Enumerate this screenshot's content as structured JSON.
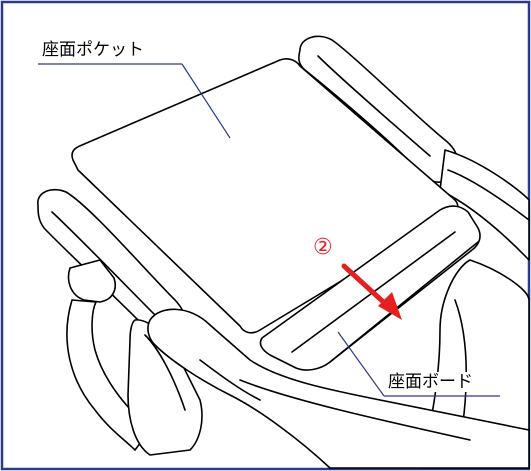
{
  "labels": {
    "seat_pocket": "座面ポケット",
    "seat_board": "座面ボード",
    "step": "②"
  },
  "colors": {
    "frame": "#2b3a8c",
    "leader": "#2b3a8c",
    "arrow": "#e62020",
    "line": "#000000"
  }
}
